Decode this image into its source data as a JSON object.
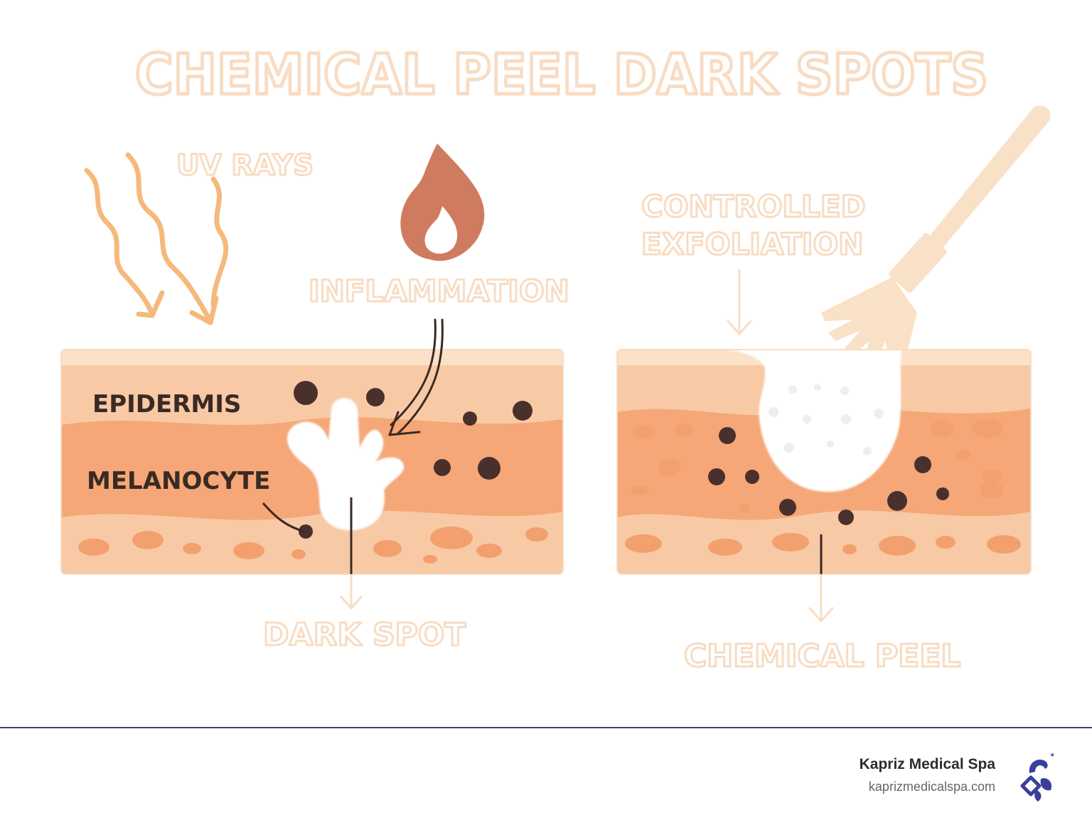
{
  "title": "CHEMICAL PEEL DARK SPOTS",
  "labels": {
    "uv_rays": "UV RAYS",
    "inflammation": "INFLAMMATION",
    "epidermis": "EPIDERMIS",
    "melanocyte": "MELANOCYTE",
    "dark_spot": "DARK SPOT",
    "controlled_exfoliation_line1": "CONTROLLED",
    "controlled_exfoliation_line2": "EXFOLIATION",
    "chemical_peel": "CHEMICAL PEEL"
  },
  "brand": {
    "name": "Kapriz Medical Spa",
    "url": "kaprizmedicalspa.com"
  },
  "colors": {
    "skin_top": "#f8c9a5",
    "skin_mid": "#f5a777",
    "skin_bottom": "#f8c9a5",
    "pigment": "#4a302c",
    "uv_arrow": "#f6b97c",
    "flame": "#cf7b60",
    "outline_label": "#f8dcc3",
    "footer_rule": "#3a3f7c"
  },
  "icons": [
    "uv-wave-arrow-icon",
    "flame-icon",
    "brush-icon",
    "down-arrow-icon",
    "logo-icon"
  ]
}
